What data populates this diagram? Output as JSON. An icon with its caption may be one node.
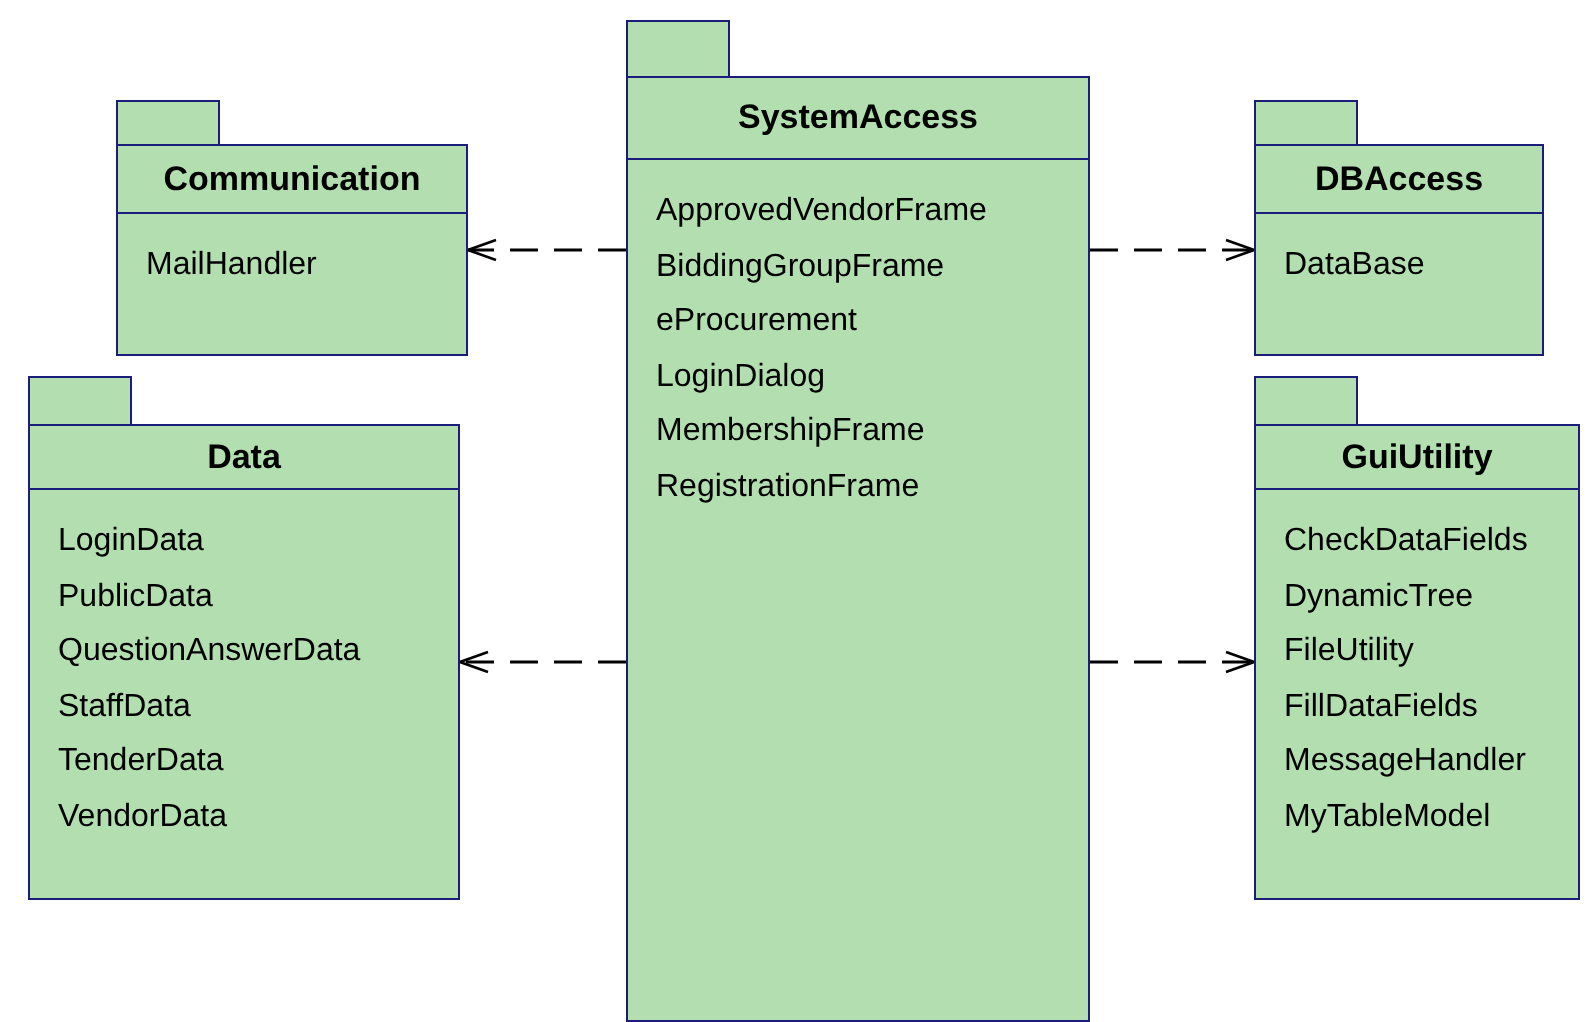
{
  "diagram": {
    "nodes": [
      {
        "text": [
          "Communication",
          "MailHandler"
        ]
      },
      {
        "text": [
          "Data",
          "LoginData",
          "PublicData",
          "QuestionAnswerData",
          "StaffData",
          "TenderData",
          "VendorData"
        ]
      },
      {
        "text": [
          "SystemAccess",
          "ApprovedVendorFrame",
          "BiddingGroupFrame",
          "eProcurement",
          "LoginDialog",
          "MembershipFrame",
          "RegistrationFrame"
        ]
      },
      {
        "text": [
          "DBAccess",
          "DataBase"
        ]
      },
      {
        "text": [
          "GuiUtility",
          "CheckDataFields",
          "DynamicTree",
          "FileUtility",
          "FillDataFields",
          "MessageHandler",
          "MyTableModel"
        ]
      }
    ],
    "edges": [
      {
        "from": 2,
        "to": 0,
        "arrow": "to",
        "style": "dashed"
      },
      {
        "from": 2,
        "to": 1,
        "arrow": "to",
        "style": "dashed"
      },
      {
        "from": 2,
        "to": 3,
        "arrow": "to",
        "style": "dashed"
      },
      {
        "from": 2,
        "to": 4,
        "arrow": "to",
        "style": "dashed"
      }
    ]
  }
}
